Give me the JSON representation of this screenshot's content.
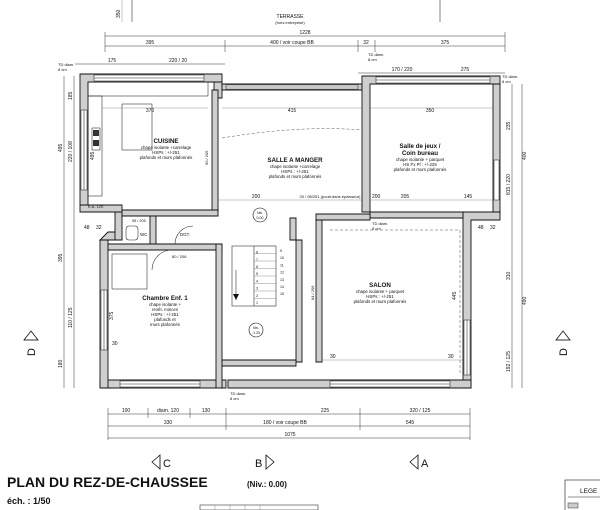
{
  "title": {
    "main": "PLAN DU REZ-DE-CHAUSSEE",
    "level": "(Niv.: 0.00)",
    "scale": "éch. : 1/50"
  },
  "legend": {
    "label": "LEGE"
  },
  "sections": {
    "A": "A",
    "B": "B",
    "C": "C",
    "D_left": "D",
    "D_right": "D"
  },
  "rooms": {
    "terrace": {
      "name": "TERRASSE",
      "sub": "(hors entreprise)"
    },
    "kitchen": {
      "name": "CUISINE",
      "l1": "chape isolante +carrelage",
      "l2": "HSPs : +/-251",
      "l3": "plafonds et murs plafonnés"
    },
    "dining": {
      "name": "SALLE A MANGER",
      "l1": "chape isolante +carrelage",
      "l2": "HSPs : +/-251",
      "l3": "plafonds et murs plafonnés"
    },
    "games": {
      "name": "Salle de jeux /",
      "name2": "Coin bureau",
      "l1": "chape isolante + parquet",
      "l2": "HS Fx Pl : +/-225",
      "l3": "plafonds et murs plafonnés"
    },
    "living": {
      "name": "SALON",
      "l1": "chape isolante + parquet",
      "l2": "HSPs : +/-251",
      "l3": "plafonds et murs plafonnés"
    },
    "bedroom": {
      "name": "Chambre Enf. 1",
      "l1": "chape isolante +",
      "l2": "revêt. minces",
      "l3": "HSPs : +/-251",
      "l4": "plafonds et",
      "l5": "murs plafonnés"
    },
    "wc": {
      "name": "WC"
    },
    "dgt": {
      "name": "DGT."
    }
  },
  "markers": {
    "niv1": {
      "l1": "Niv.",
      "l2": "0.00"
    },
    "niv2": {
      "l1": "Niv.",
      "l2": "-1.25"
    }
  },
  "labels": {
    "td_top": "TD diam.",
    "td_top2": "8 cm",
    "td_left": "TD diam.",
    "td_left2": "8 cm",
    "td_right": "TD diam.",
    "td_right2": "8 cm",
    "td_mid": "TD diam.",
    "td_mid2": "8 cm",
    "td_bottom": "TD diam.",
    "td_bottom2": "8 cm",
    "poutre": "20 / 95/251 (poutr.dans épaisseur)",
    "ka": "K.A. 120",
    "door_80": "80 / 206",
    "door_90": "90 / 205",
    "door_95": "95 / 205",
    "door_84": "84 / 206"
  },
  "dims": {
    "top_total": "1228",
    "top_395": "395",
    "top_400": "400 / voir coupe BB",
    "top_32": "32",
    "top_375": "375",
    "row2_175": "175",
    "row2_220": "220 / 20",
    "row2_170": "170 / 220",
    "row2_275": "275",
    "inner_370": "370",
    "inner_415": "415",
    "inner_350": "350",
    "inner_200a": "200",
    "inner_200b": "200",
    "inner_205": "205",
    "inner_145": "145",
    "bot_100": "100",
    "bot_120": "diam. 120",
    "bot_130": "130",
    "bot_225": "225",
    "bot_320": "320 / 125",
    "bot2_330": "330",
    "bot2_180": "180 / voir coupe BB",
    "bot2_545": "545",
    "bot_total": "1075",
    "left_495": "495",
    "left_220": "220 / 108",
    "left_185": "185",
    "left_395": "395",
    "left_110": "110 / 125",
    "left_180": "180",
    "right_400": "400",
    "right_235": "235",
    "right_815": "815 / 220",
    "right_310": "310",
    "right_490": "490",
    "right_192": "192 / 125",
    "stair": [
      "1",
      "2",
      "3",
      "4",
      "5",
      "6",
      "7",
      "8",
      "9",
      "10",
      "11",
      "12",
      "13",
      "14",
      "15"
    ],
    "w_48": "48",
    "w_32": "32",
    "w_30a": "30",
    "w_30b": "30",
    "w_30c": "30",
    "w_455": "455",
    "w_375": "375",
    "w_445": "445"
  }
}
